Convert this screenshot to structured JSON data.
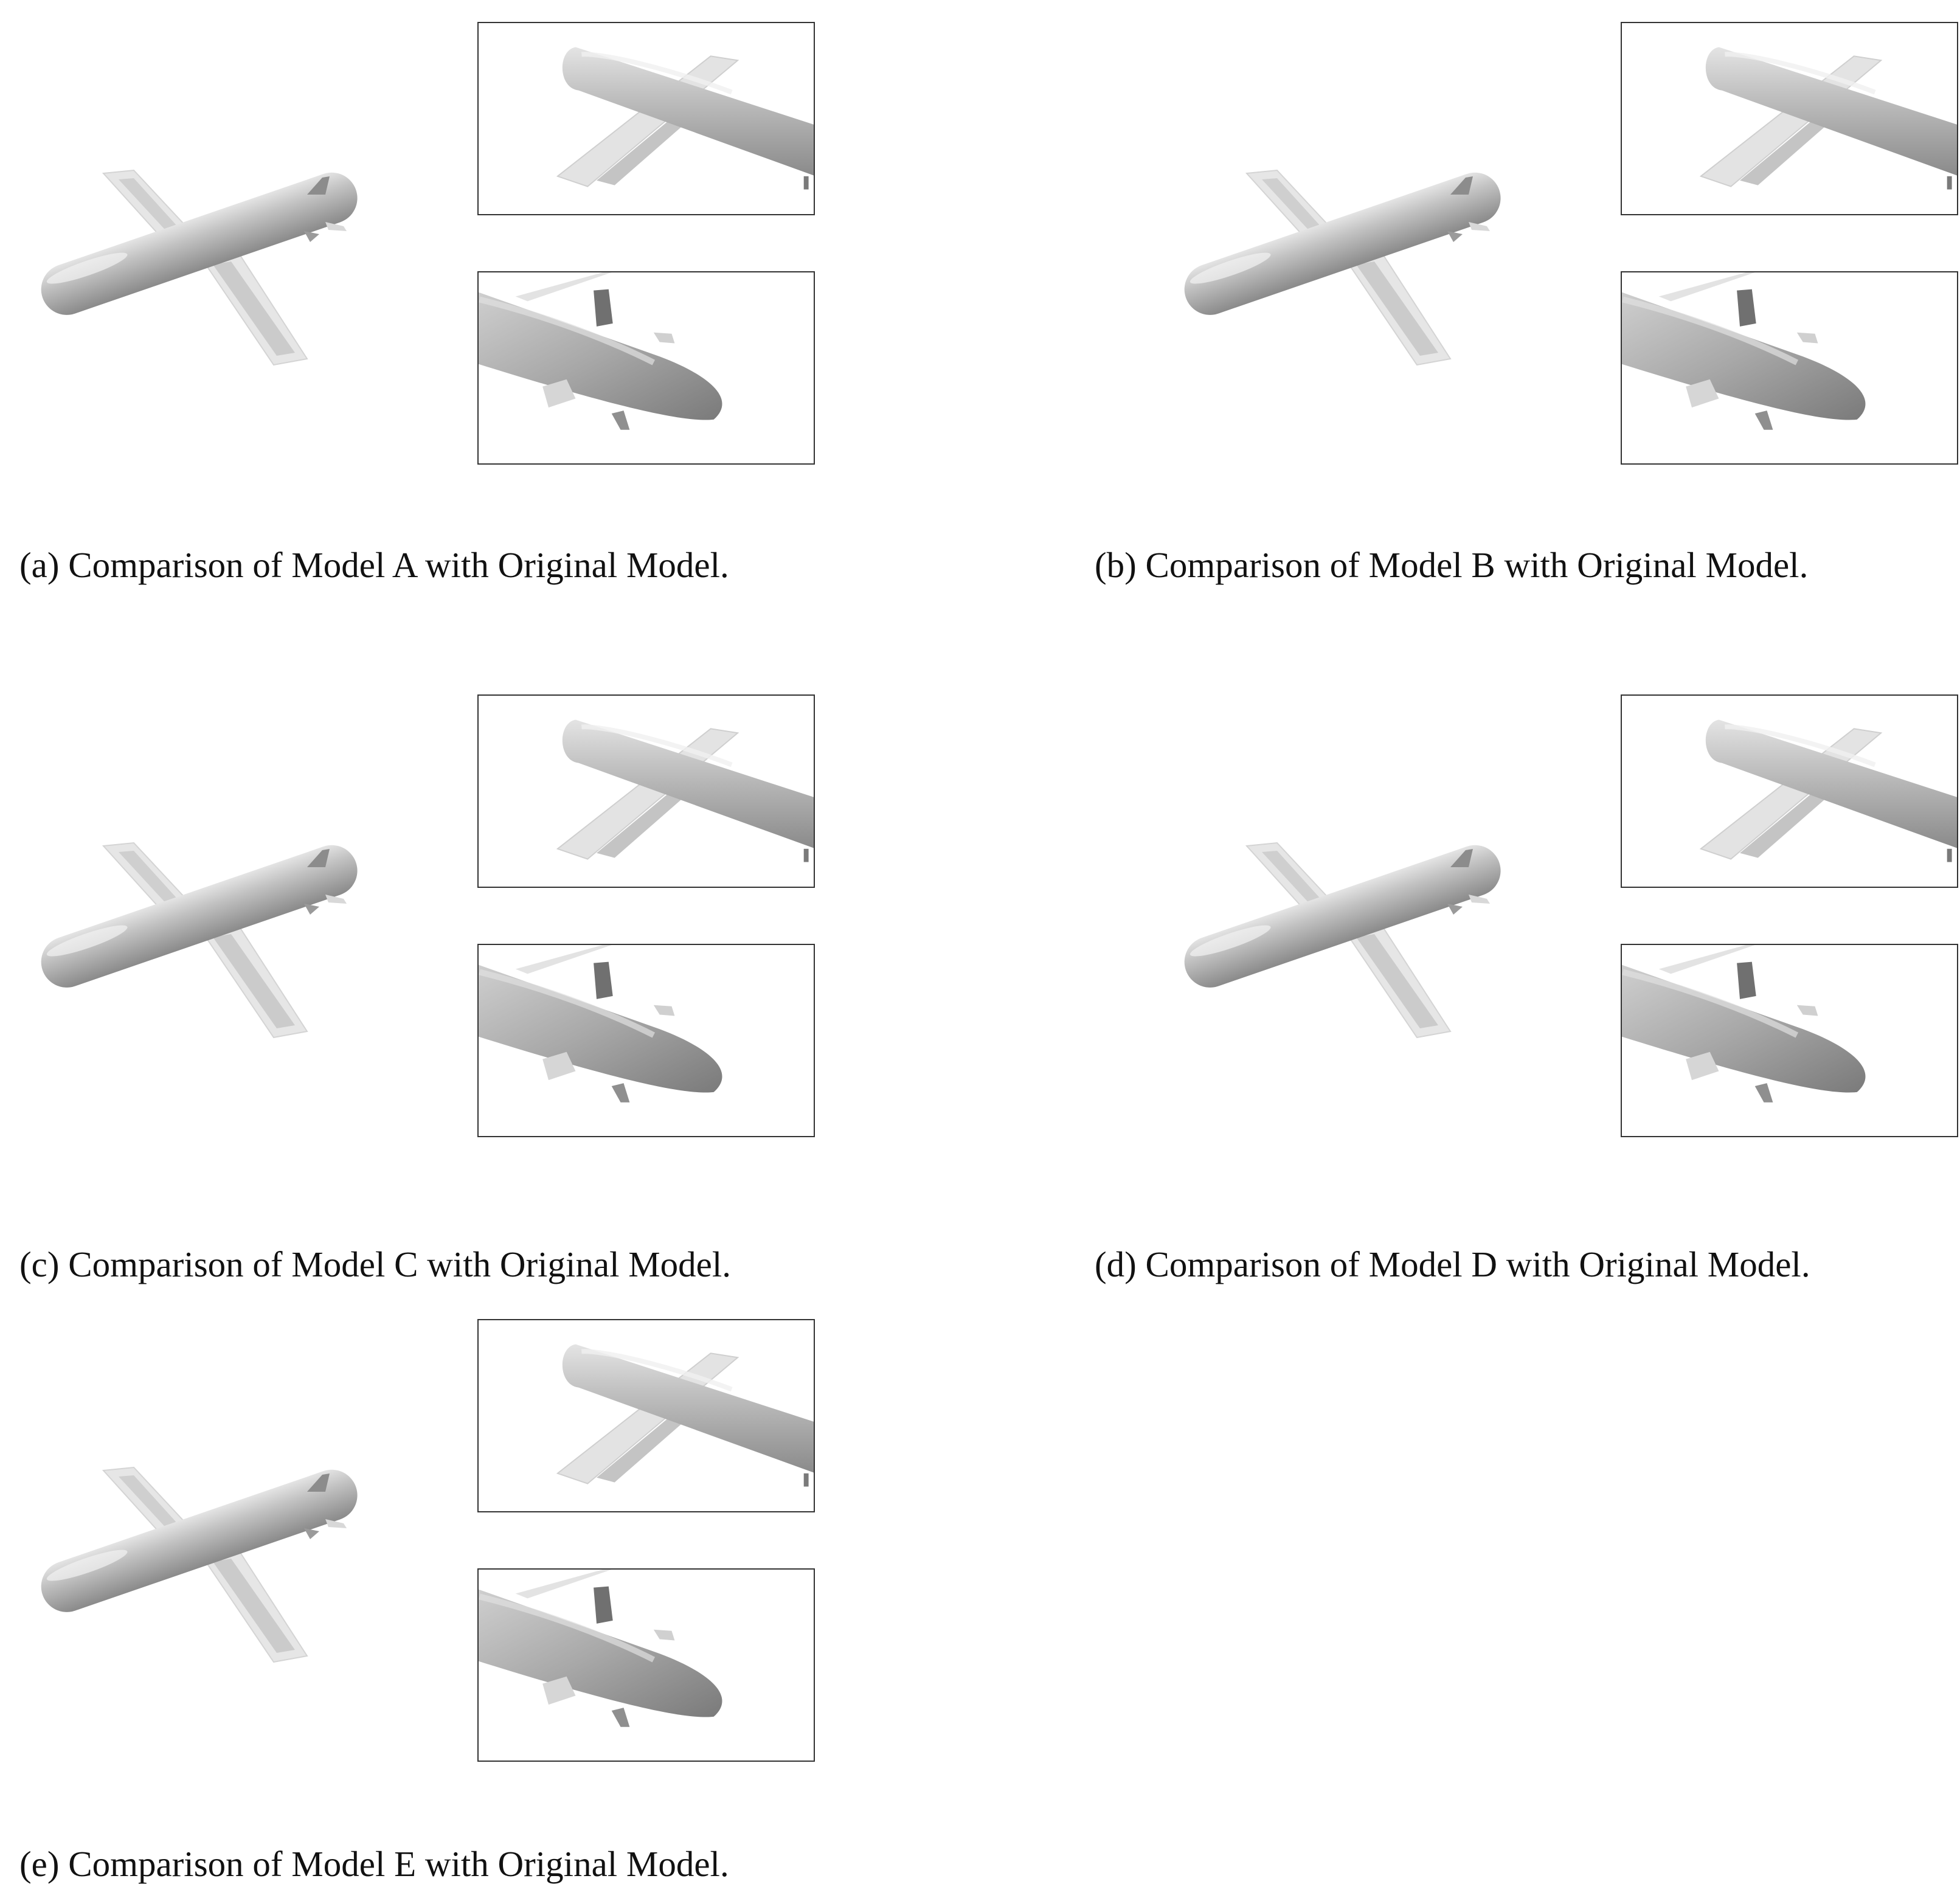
{
  "figure": {
    "panels": [
      {
        "id": "a",
        "caption": "(a) Comparison of Model A with Original Model."
      },
      {
        "id": "b",
        "caption": "(b) Comparison of Model B with Original Model."
      },
      {
        "id": "c",
        "caption": "(c) Comparison of Model C with Original Model."
      },
      {
        "id": "d",
        "caption": "(d) Comparison of Model D with Original Model."
      },
      {
        "id": "e",
        "caption": "(e) Comparison of Model E with Original Model."
      }
    ]
  }
}
